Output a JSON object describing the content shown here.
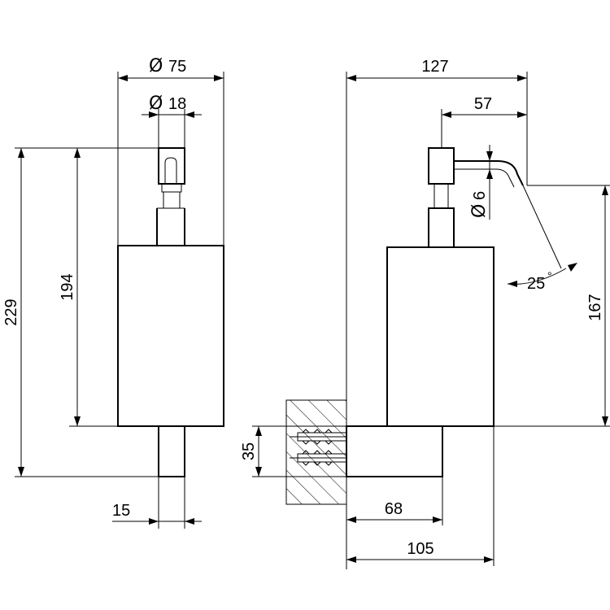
{
  "dimensions": {
    "front_diameter_outer": {
      "symbol": "Ø",
      "value": "75"
    },
    "front_diameter_pump": {
      "symbol": "Ø",
      "value": "18"
    },
    "front_total_height": "229",
    "front_body_height": "194",
    "front_bottom_width": "15",
    "side_total_depth": "127",
    "side_spout_reach": "57",
    "side_spout_diameter": {
      "symbol": "Ø",
      "value": "6"
    },
    "side_spout_angle": {
      "value": "25",
      "unit": "°"
    },
    "side_body_height": "167",
    "side_mount_height": "35",
    "side_bracket_depth": "68",
    "side_wall_to_body": "105"
  },
  "colors": {
    "line": "#000000",
    "background": "#ffffff"
  }
}
